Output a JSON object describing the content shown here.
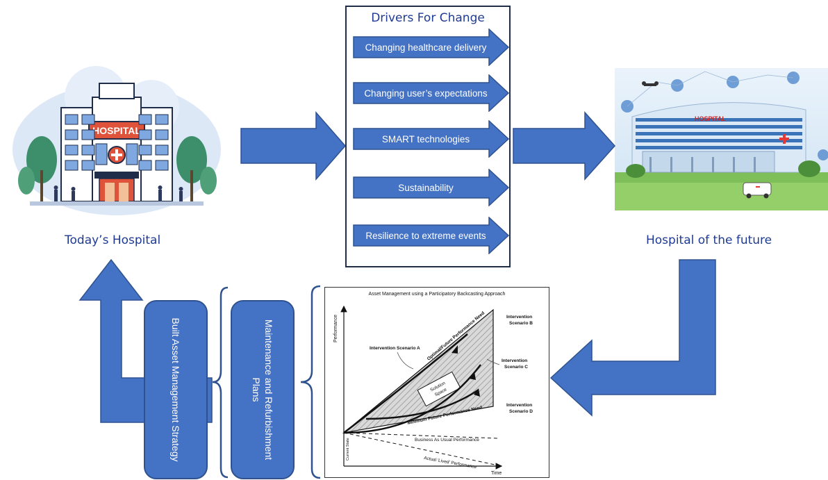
{
  "left_caption": "Today’s Hospital",
  "right_caption": "Hospital of the future",
  "drivers": {
    "title": "Drivers For Change",
    "items": [
      "Changing healthcare delivery",
      "Changing user’s expectations",
      "SMART technologies",
      "Sustainability",
      "Resilience to extreme events"
    ]
  },
  "hospital_sign": "HOSPITAL",
  "future_hospital_sign": "HOSPITAL",
  "strategy_box": "Built Asset Management Strategy",
  "plans_box": "Maintenance and Refurbishment Plans",
  "backcasting": {
    "title": "Asset Management using a Participatory Backcasting Approach",
    "y_label": "Performance",
    "x_label": "Time",
    "current_state": "Current State",
    "optimal_line": "Optimal/Future Performance Need",
    "minimum_line": "Minimum Future Performance Need",
    "bau_line": "Business As Usual Performance",
    "actual_line": "Actual 'Lived' Performance",
    "scenario_a": "Intervention Scenario A",
    "scenario_b_1": "Intervention",
    "scenario_b_2": "Scenario B",
    "scenario_c_1": "Intervention",
    "scenario_c_2": "Scenario C",
    "scenario_d_1": "Intervention",
    "scenario_d_2": "Scenario D",
    "solution_1": "Solution",
    "solution_2": "Space"
  },
  "colors": {
    "arrow_fill": "#4472c4",
    "arrow_stroke": "#2f528f",
    "caption": "#1f3a93"
  }
}
